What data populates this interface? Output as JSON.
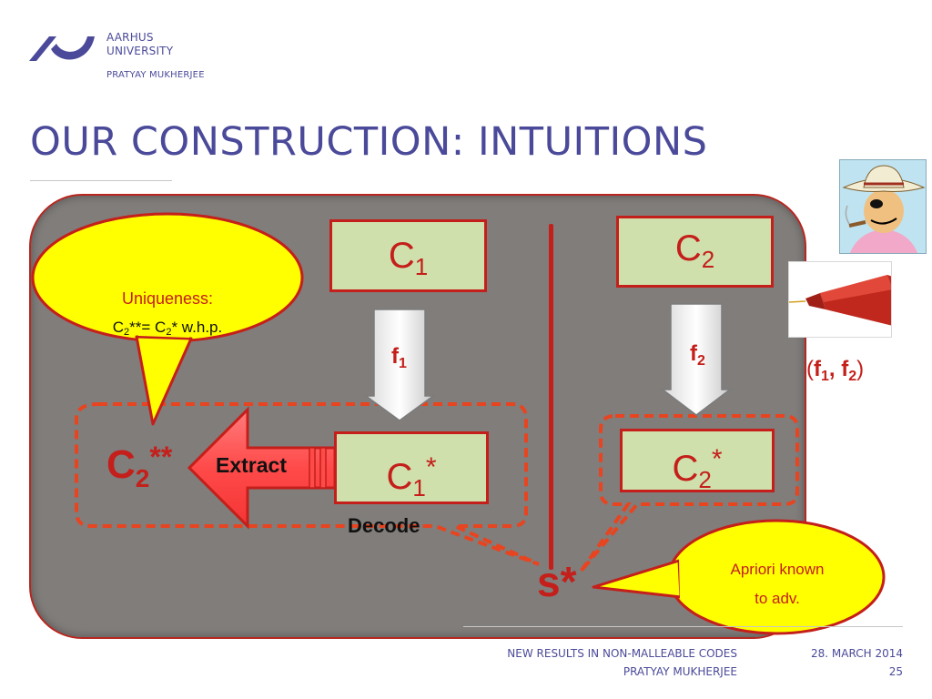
{
  "header": {
    "university_line1": "AARHUS",
    "university_line2": "UNIVERSITY",
    "author": "PRATYAY MUKHERJEE"
  },
  "slide": {
    "title": "OUR CONSTRUCTION:  INTUITIONS"
  },
  "diagram": {
    "c1": {
      "base": "C",
      "sub": "1"
    },
    "c2": {
      "base": "C",
      "sub": "2"
    },
    "f1": {
      "base": "f",
      "sub": "1"
    },
    "f2": {
      "base": "f",
      "sub": "2"
    },
    "c1_star": {
      "base": "C",
      "sub": "1",
      "sup": "*"
    },
    "c2_star": {
      "base": "C",
      "sub": "2",
      "sup": "*"
    },
    "c2_double_star": {
      "base": "C",
      "sub": "2",
      "sup": "**"
    },
    "extract_label": "Extract",
    "decode_label": "Decode",
    "s_star": "s*",
    "uniqueness_bubble": {
      "line1": "Uniqueness:",
      "line2_base": "C",
      "line2_sub1": "2",
      "line2_mid": "**= C",
      "line2_sub2": "2",
      "line2_end": "* w.h.p."
    },
    "apriori_bubble": {
      "line1": "Apriori known",
      "line2": "to adv."
    },
    "f_pair": {
      "open": "(",
      "a_base": "f",
      "a_sub": "1",
      "comma": ", ",
      "b_base": "f",
      "b_sub": "2",
      "close": ")"
    }
  },
  "footer": {
    "talk_title": "NEW RESULTS IN NON-MALLEABLE CODES",
    "author": "PRATYAY MUKHERJEE",
    "date": "28. MARCH 2014",
    "page": "25"
  },
  "colors": {
    "brand": "#4b4a9a",
    "accent_red": "#c41f1a",
    "box_fill": "#cfe0ac",
    "panel_fill": "#807d7b",
    "bubble_fill": "#ffff00"
  },
  "icons": {
    "logo": "aarhus-university-logo-icon",
    "cowboy": "cowboy-adversary-icon",
    "syringe": "syringe-tampering-icon"
  }
}
